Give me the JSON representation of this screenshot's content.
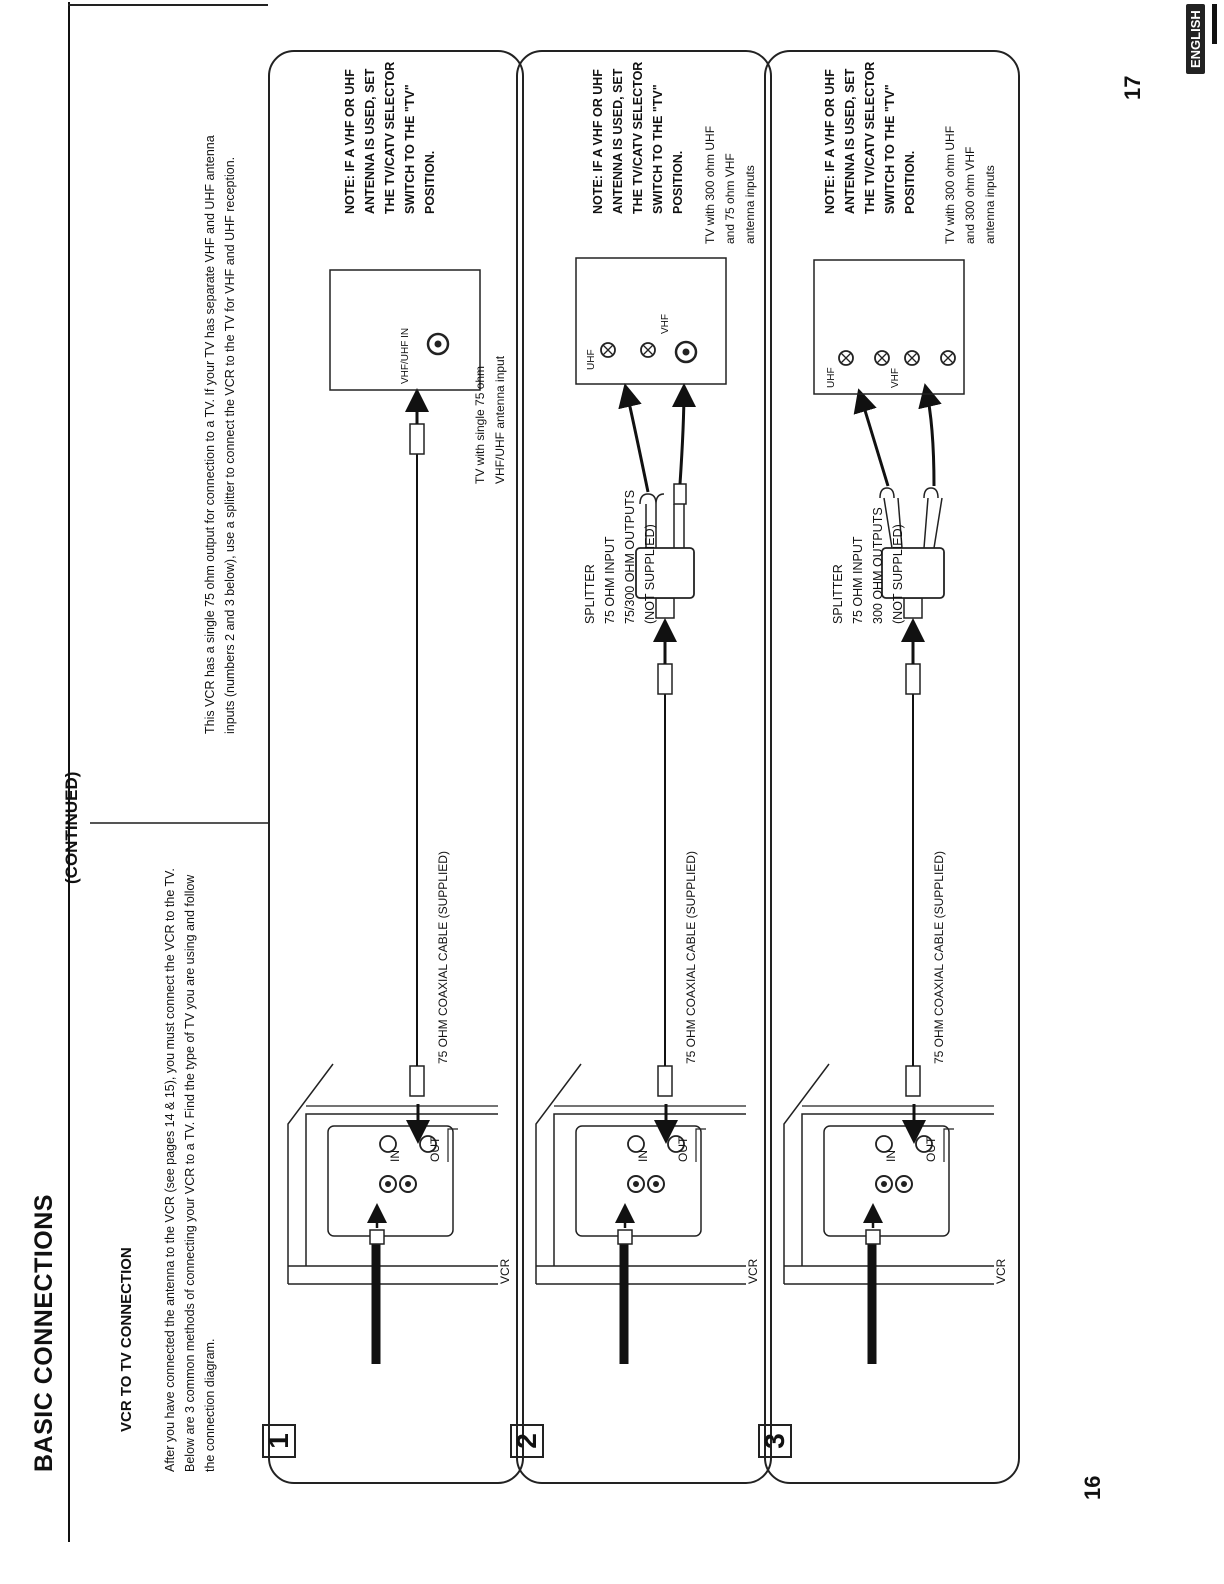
{
  "header": {
    "title": "BASIC CONNECTIONS",
    "continued": "(CONTINUED)",
    "language_badge": "ENGLISH"
  },
  "section": {
    "title": "VCR TO TV CONNECTION",
    "intro_lines": [
      "After you have connected the antenna to the VCR (see pages 14 & 15), you must connect the VCR to the TV.",
      "Below are 3 common methods of connecting your VCR to a TV. Find the type of TV you are using and follow",
      "the connection diagram."
    ],
    "vcr_note_lines": [
      "This VCR has a single 75 ohm output for connection to a TV. If your TV has separate VHF and UHF antenna",
      "inputs (numbers 2 and 3 below), use a splitter to connect the VCR to the TV for VHF and UHF reception."
    ]
  },
  "labels": {
    "vcr": "VCR",
    "in": "IN",
    "out": "OUT",
    "cable": "75 OHM COAXIAL CABLE (SUPPLIED)",
    "vhf_uhf_in": "VHF/UHF IN",
    "uhf": "UHF",
    "vhf": "VHF"
  },
  "panels": [
    {
      "number": "1",
      "note_lines": [
        "NOTE: IF A VHF OR UHF",
        "ANTENNA IS USED, SET",
        "THE TV/CATV SELECTOR",
        "SWITCH TO THE \"TV\"",
        "POSITION."
      ],
      "tv_lines": [
        "TV with single 75 ohm",
        "VHF/UHF antenna input"
      ],
      "splitter_lines": []
    },
    {
      "number": "2",
      "note_lines": [
        "NOTE: IF A VHF OR UHF",
        "ANTENNA IS USED, SET",
        "THE TV/CATV SELECTOR",
        "SWITCH TO THE \"TV\"",
        "POSITION."
      ],
      "tv_lines": [
        "TV with 300 ohm UHF",
        "and 75 ohm VHF",
        "antenna inputs"
      ],
      "splitter_lines": [
        "SPLITTER",
        "75 OHM INPUT",
        "75/300 OHM OUTPUTS",
        "(NOT SUPPLIED)"
      ]
    },
    {
      "number": "3",
      "note_lines": [
        "NOTE: IF A VHF OR UHF",
        "ANTENNA IS USED, SET",
        "THE TV/CATV SELECTOR",
        "SWITCH TO THE \"TV\"",
        "POSITION."
      ],
      "tv_lines": [
        "TV with 300 ohm UHF",
        "and 300 ohm VHF",
        "antenna inputs"
      ],
      "splitter_lines": [
        "SPLITTER",
        "75 OHM INPUT",
        "300 OHM OUTPUTS",
        "(NOT SUPPLIED)"
      ]
    }
  ],
  "page_numbers": {
    "left": "16",
    "right": "17"
  }
}
